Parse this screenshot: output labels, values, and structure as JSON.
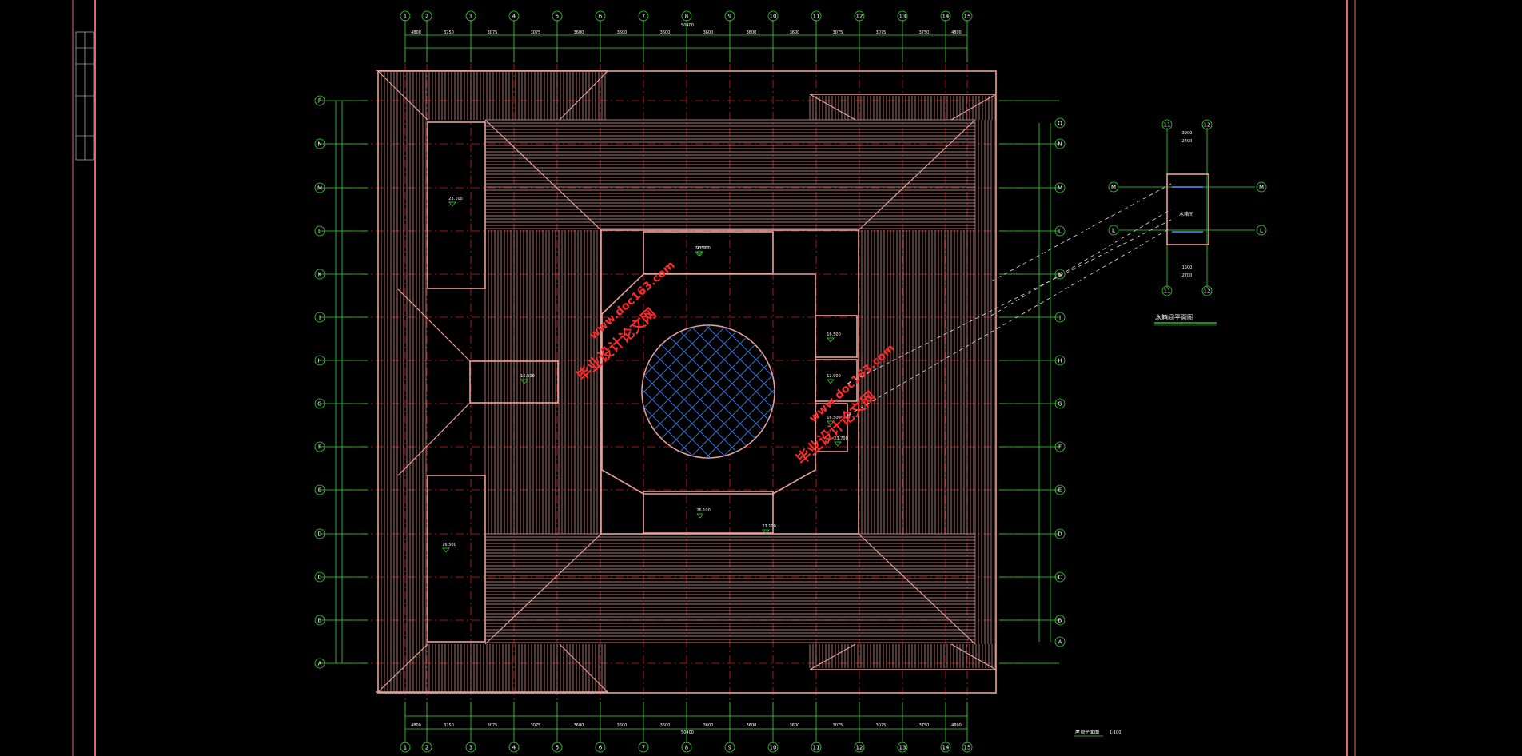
{
  "drawing": {
    "colors": {
      "background": "#000000",
      "roof": "#e8a098",
      "dim": "#33dd33",
      "axis": "#cc2222",
      "watermark": "#ff2a2a",
      "skylight": "#3b6ecf",
      "border": "#e06a6a"
    },
    "column_grid_labels": [
      "1",
      "2",
      "3",
      "4",
      "5",
      "6",
      "7",
      "8",
      "9",
      "10",
      "11",
      "12",
      "13",
      "14",
      "15"
    ],
    "row_grid_labels_left": [
      "P",
      "N",
      "M",
      "L",
      "K",
      "J",
      "H",
      "G",
      "F",
      "E",
      "D",
      "C",
      "B",
      "A"
    ],
    "row_grid_labels_right": [
      "Q",
      "N",
      "M",
      "L",
      "K",
      "J",
      "H",
      "G",
      "F",
      "E",
      "D",
      "C",
      "B",
      "A"
    ],
    "top_dimensions": [
      "4800",
      "3750",
      "3075",
      "3075",
      "3600",
      "3600",
      "3600",
      "3600",
      "3600",
      "3600",
      "3075",
      "3075",
      "3750",
      "4800"
    ],
    "bottom_dimensions": [
      "4800",
      "3750",
      "3075",
      "3075",
      "3600",
      "3600",
      "3600",
      "3600",
      "3600",
      "3600",
      "3075",
      "3075",
      "3750",
      "4800"
    ],
    "top_total": "50400",
    "bottom_total": "50400",
    "roof_level_labels": [
      "23.100",
      "23.100",
      "24.520",
      "16.500",
      "16.500",
      "16.500",
      "12.900",
      "26.100",
      "23.100",
      "16.500",
      "23.700"
    ],
    "watermark_lines": [
      "毕业设计论文网",
      "www.doc163.com"
    ],
    "detail": {
      "title": "水箱间平面图",
      "room_label": "水箱间",
      "col_labels": [
        "11",
        "12"
      ],
      "row_labels": [
        "M",
        "L"
      ],
      "dims": [
        "3900",
        "2400",
        "1500",
        "2700"
      ]
    },
    "sheet_caption": "屋顶平面图",
    "sheet_scale": "1:100"
  }
}
